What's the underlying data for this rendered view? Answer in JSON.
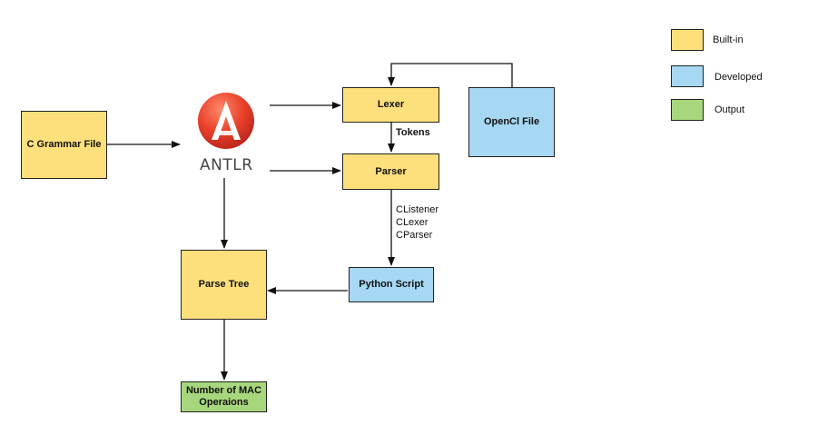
{
  "colors": {
    "builtin": "#fde07c",
    "developed": "#a6d7f3",
    "output": "#a7d77c",
    "edge": "#111111",
    "antlr_red": "#e8402a"
  },
  "nodes": {
    "c_grammar": {
      "label": "C Grammar File",
      "kind": "builtin"
    },
    "antlr": {
      "label": "ANTLR",
      "icon": "antlr-logo-icon"
    },
    "lexer": {
      "label": "Lexer",
      "kind": "builtin"
    },
    "parser": {
      "label": "Parser",
      "kind": "builtin"
    },
    "opencl": {
      "label": "OpenCl File",
      "kind": "developed"
    },
    "python_script": {
      "label": "Python Script",
      "kind": "developed"
    },
    "parse_tree": {
      "label": "Parse Tree",
      "kind": "builtin"
    },
    "mac_ops": {
      "label": "Number of MAC Operaions",
      "kind": "output"
    }
  },
  "edge_labels": {
    "tokens": "Tokens",
    "parser_outputs": [
      "CListener",
      "CLexer",
      "CParser"
    ]
  },
  "legend": [
    {
      "label": "Built-in",
      "kind": "builtin"
    },
    {
      "label": "Developed",
      "kind": "developed"
    },
    {
      "label": "Output",
      "kind": "output"
    }
  ]
}
